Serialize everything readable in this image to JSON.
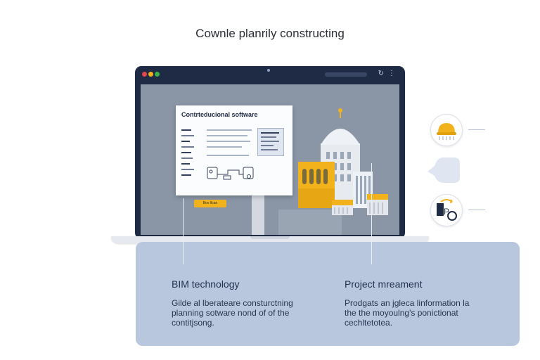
{
  "page": {
    "title": "Cownle planrily constructing"
  },
  "browser": {
    "window_dots": [
      "#e2474b",
      "#f2b21c",
      "#38b24a"
    ],
    "reload_icon": "reload-icon",
    "menu_icon": "more-icon"
  },
  "document": {
    "title": "Contrteducional software",
    "cta_label": "Bov Ilcan"
  },
  "right_icons": [
    "hard-hat-icon",
    "speech-bubble-icon",
    "parking-gauge-icon"
  ],
  "info": {
    "left": {
      "title": "BIM technology",
      "text": "Gilde al lberateare consturctning\nplanning sotware nond of of the\ncontitjsong."
    },
    "right": {
      "title": "Project mreament",
      "text": "Prodgats an jgleca linformation la\nthe the moyoulng's ponictionat\ncechltetotea."
    }
  },
  "colors": {
    "accent": "#f2b21c",
    "navy": "#1f2a44",
    "panel": "#b9c7de",
    "screen": "#8a96a6"
  }
}
